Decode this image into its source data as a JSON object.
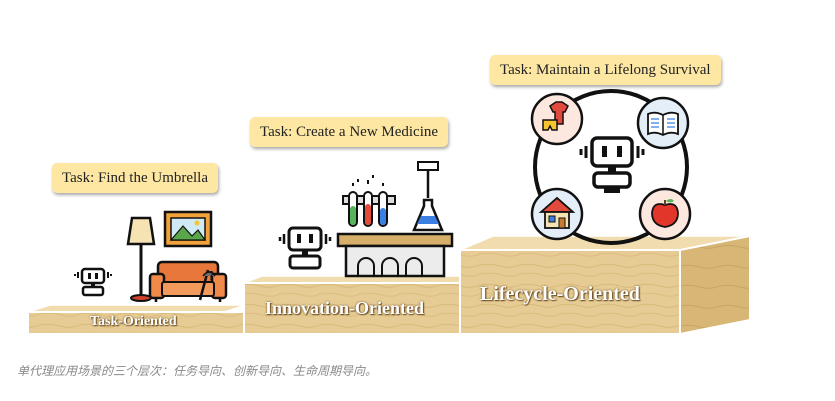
{
  "tasks": {
    "task1": "Task: Find the Umbrella",
    "task2": "Task: Create a New Medicine",
    "task3": "Task: Maintain a Lifelong Survival"
  },
  "levels": {
    "level1": "Task-Oriented",
    "level2": "Innovation-Oriented",
    "level3": "Lifecycle-Oriented"
  },
  "caption": "单代理应用场景的三个层次：任务导向、创新导向、生命周期导向。",
  "icons": [
    "robot-icon",
    "floor-lamp-icon",
    "picture-frame-icon",
    "sofa-icon",
    "umbrella-icon",
    "test-tubes-icon",
    "flask-icon",
    "lab-bench-icon",
    "clothes-icon",
    "book-icon",
    "house-icon",
    "apple-icon"
  ],
  "colors": {
    "task_box": "#fde7a3",
    "platform": "#e9cf98",
    "platform_side": "#d9b979"
  }
}
